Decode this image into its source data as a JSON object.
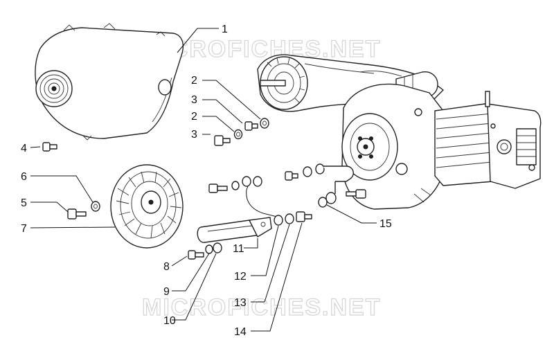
{
  "diagram": {
    "watermark_top": "MICROFICHES.NET",
    "watermark_bottom": "MICROFICHES.NET",
    "callouts": [
      "1",
      "2",
      "3",
      "2",
      "3",
      "4",
      "6",
      "5",
      "7",
      "11",
      "8",
      "9",
      "10",
      "12",
      "13",
      "14",
      "15"
    ]
  }
}
